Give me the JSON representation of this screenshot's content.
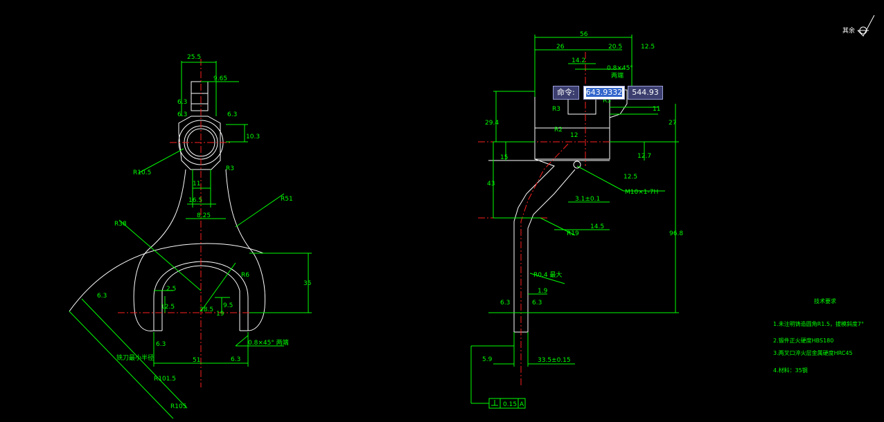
{
  "command_prompt": {
    "label": "命令:",
    "x_value": "643.9332",
    "y_value": "544.93"
  },
  "roughness_corner": {
    "label": "其余"
  },
  "left_view": {
    "dims": [
      "25.5",
      "9.65",
      "6.3",
      "6.3",
      "6.3",
      "10.3",
      "R10.5",
      "R3",
      "11",
      "16.5",
      "8.25",
      "R51",
      "R38",
      "R6",
      "28.5",
      "35",
      "2.5",
      "12.5",
      "9.5",
      "19",
      "6.3",
      "6.3",
      "51",
      "0.8×45° 两端",
      "R101.5",
      "R105",
      "6.3"
    ],
    "side_note": "铣刀最小半径"
  },
  "right_view": {
    "dims": [
      "56",
      "26",
      "20.5",
      "12.5",
      "14.2",
      "0.8×45°",
      "两端",
      "R3",
      "R3",
      "29.4",
      "11",
      "27",
      "R2",
      "12",
      "15",
      "12.7",
      "12.5",
      "43",
      "M10×1-7H",
      "3.1±0.1",
      "14.5",
      "R19",
      "96.8",
      "R0.4 最大",
      "1.9",
      "6.3",
      "6.3",
      "5.9",
      "33.5±0.15",
      "0.15",
      "A"
    ]
  },
  "tech_notes": {
    "title": "技术要求",
    "items": [
      "1.未注明铸造圆角R1.5，拔模斜度7°",
      "2.锻件正火硬度HBS180",
      "3.两叉口淬火层金属硬度HRC45",
      "4.材料：35钢"
    ]
  }
}
